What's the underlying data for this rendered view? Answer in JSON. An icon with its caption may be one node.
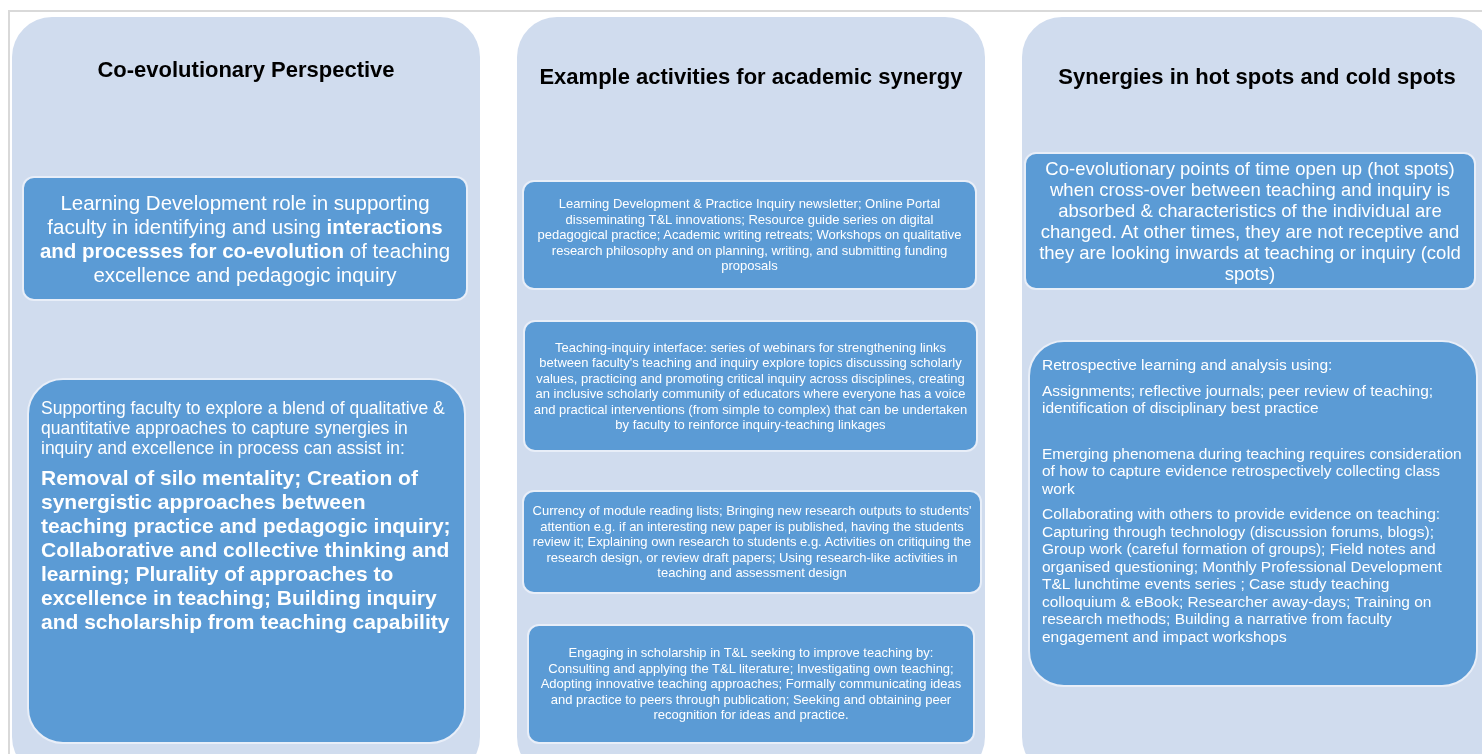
{
  "diagram": {
    "nodes": [
      {
        "text": [
          "Co-evolutionary Perspective"
        ]
      },
      {
        "text": [
          "Learning Development role in supporting faculty in identifying and using **interactions and processes for co-evolution** of teaching excellence and pedagogic inquiry"
        ],
        "in": 0
      },
      {
        "text": [
          "Supporting faculty to explore a blend of qualitative & quantitative approaches to capture synergies in inquiry and excellence in process can assist in:",
          "Removal of silo mentality; Creation of synergistic approaches between teaching practice and pedagogic inquiry; Collaborative and collective thinking and learning; Plurality of approaches to excellence in teaching; Building inquiry and scholarship from teaching capability"
        ],
        "in": 0
      },
      {
        "text": [
          "Example activities for academic synergy"
        ]
      },
      {
        "text": [
          "Learning Development & Practice Inquiry newsletter; Online Portal disseminating T&L innovations; Resource guide series on digital pedagogical practice; Academic writing retreats; Workshops on qualitative research philosophy and on planning, writing, and submitting funding proposals"
        ],
        "in": 3
      },
      {
        "text": [
          "Teaching-inquiry interface: series of webinars for strengthening links between faculty's teaching and inquiry explore topics discussing scholarly values, practicing and promoting critical inquiry across disciplines, creating an inclusive scholarly community of educators where everyone has a voice and practical interventions (from simple to complex) that can be undertaken by faculty to reinforce inquiry-teaching linkages"
        ],
        "in": 3
      },
      {
        "text": [
          "Currency of module reading lists; Bringing new research outputs to students' attention e.g. if an interesting new paper is published, having the students review it; Explaining own research to students e.g. Activities on critiquing the research design, or review draft papers; Using research-like activities in teaching and assessment design"
        ],
        "in": 3
      },
      {
        "text": [
          "Engaging in scholarship in T&L seeking to improve teaching by: Consulting and applying the T&L literature; Investigating own teaching; Adopting innovative teaching approaches; Formally communicating ideas and practice to peers through publication; Seeking and obtaining peer recognition for ideas and practice."
        ],
        "in": 3
      },
      {
        "text": [
          "Synergies in hot spots and cold spots"
        ]
      },
      {
        "text": [
          "Co-evolutionary points of time open up (hot spots) when cross-over between teaching and inquiry is absorbed & characteristics of the individual are changed. At other times, they are not receptive and they are looking inwards at teaching or inquiry (cold spots)"
        ],
        "in": 8
      },
      {
        "text": [
          "Retrospective learning and analysis using:",
          "Assignments; reflective journals; peer review of teaching; identification of disciplinary best practice",
          "Emerging phenomena during teaching requires consideration of how to capture evidence retrospectively collecting class work",
          "Collaborating with others to provide evidence on teaching: Capturing through technology (discussion forums, blogs); Group work (careful formation of groups); Field notes and organised questioning; Monthly Professional Development T&L lunchtime events series ; Case study teaching colloquium & eBook; Researcher away-days; Training on research methods; Building a narrative from faculty engagement and impact workshops"
        ],
        "in": 8
      }
    ]
  }
}
